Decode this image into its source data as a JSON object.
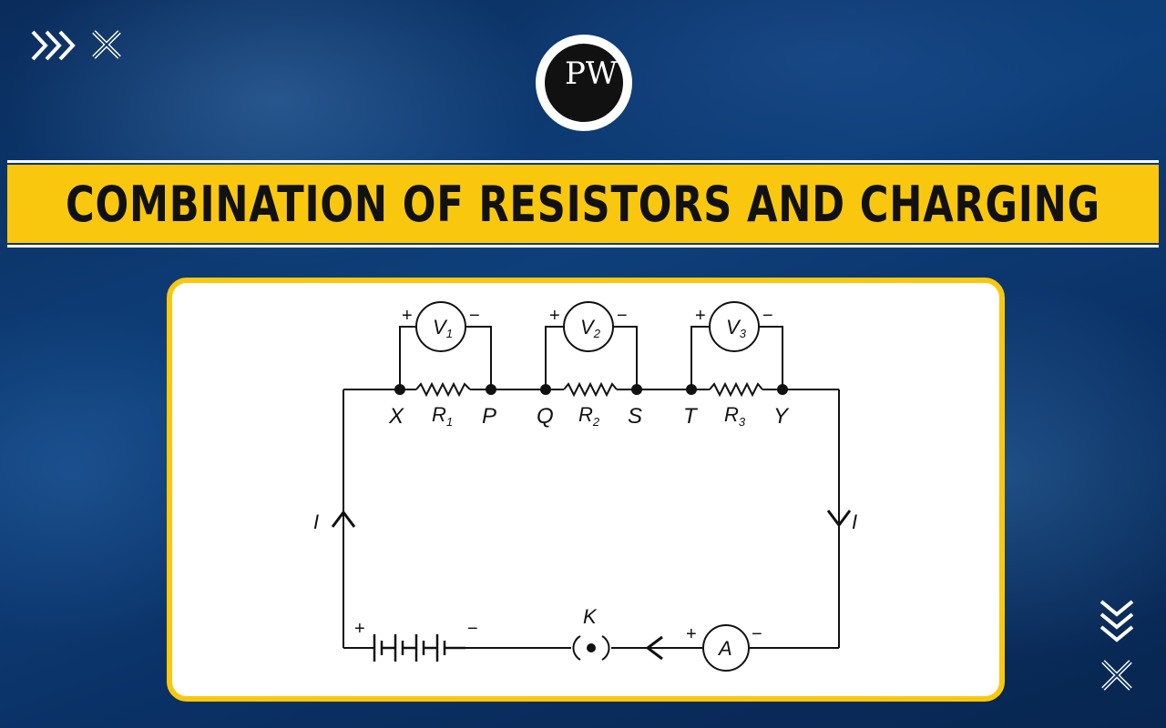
{
  "logo": {
    "text": "PW"
  },
  "title": "COMBINATION OF RESISTORS AND CHARGING",
  "icons": [
    "chevrons-right-icon",
    "close-icon",
    "chevrons-down-icon",
    "close-icon"
  ],
  "colors": {
    "accent": "#f9c80e",
    "background": "#0c3366",
    "ink": "#111111"
  },
  "diagram": {
    "nodes": [
      "X",
      "P",
      "Q",
      "S",
      "T",
      "Y"
    ],
    "resistors": [
      {
        "label": "R",
        "sub": "1"
      },
      {
        "label": "R",
        "sub": "2"
      },
      {
        "label": "R",
        "sub": "3"
      }
    ],
    "voltmeters": [
      {
        "label": "V",
        "sub": "1"
      },
      {
        "label": "V",
        "sub": "2"
      },
      {
        "label": "V",
        "sub": "3"
      }
    ],
    "plus": "+",
    "minus": "−",
    "current": "I",
    "key": "K",
    "ammeter": "A"
  }
}
